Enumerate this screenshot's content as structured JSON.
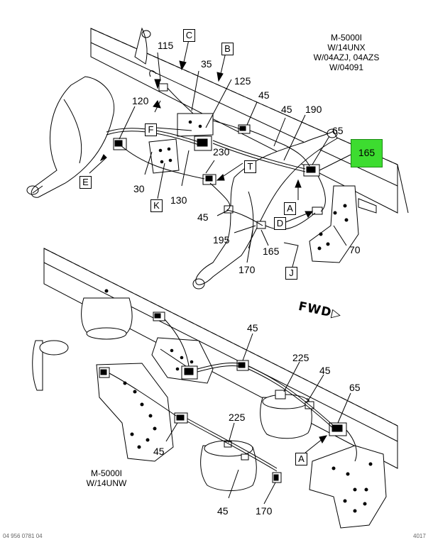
{
  "notes": {
    "top_right": [
      "M-5000I",
      "W/14UNX",
      "W/04AZJ, 04AZS",
      "W/04091"
    ],
    "bottom_left": [
      "M-5000I",
      "W/14UNW"
    ]
  },
  "fwd": "FWD",
  "footer": {
    "left": "04 956 0781 04",
    "right": "4017"
  },
  "callouts": {
    "c115": "115",
    "c35": "35",
    "c125": "125",
    "c45a": "45",
    "c45b": "45",
    "c120": "120",
    "c190": "190",
    "c65a": "65",
    "c230": "230",
    "c30": "30",
    "c130": "130",
    "c45c": "45",
    "c195": "195",
    "c165a": "165",
    "c170a": "170",
    "c70": "70",
    "c45d": "45",
    "c225a": "225",
    "c45e": "45",
    "c65b": "65",
    "c225b": "225",
    "c45f": "45",
    "c45g": "45",
    "c170b": "170"
  },
  "boxes": {
    "C": "C",
    "B": "B",
    "F": "F",
    "E": "E",
    "K": "K",
    "T": "T",
    "A1": "A",
    "D": "D",
    "J": "J",
    "A2": "A"
  },
  "highlight": "165",
  "colors": {
    "highlight": "#3ddc30",
    "line": "#000000"
  }
}
